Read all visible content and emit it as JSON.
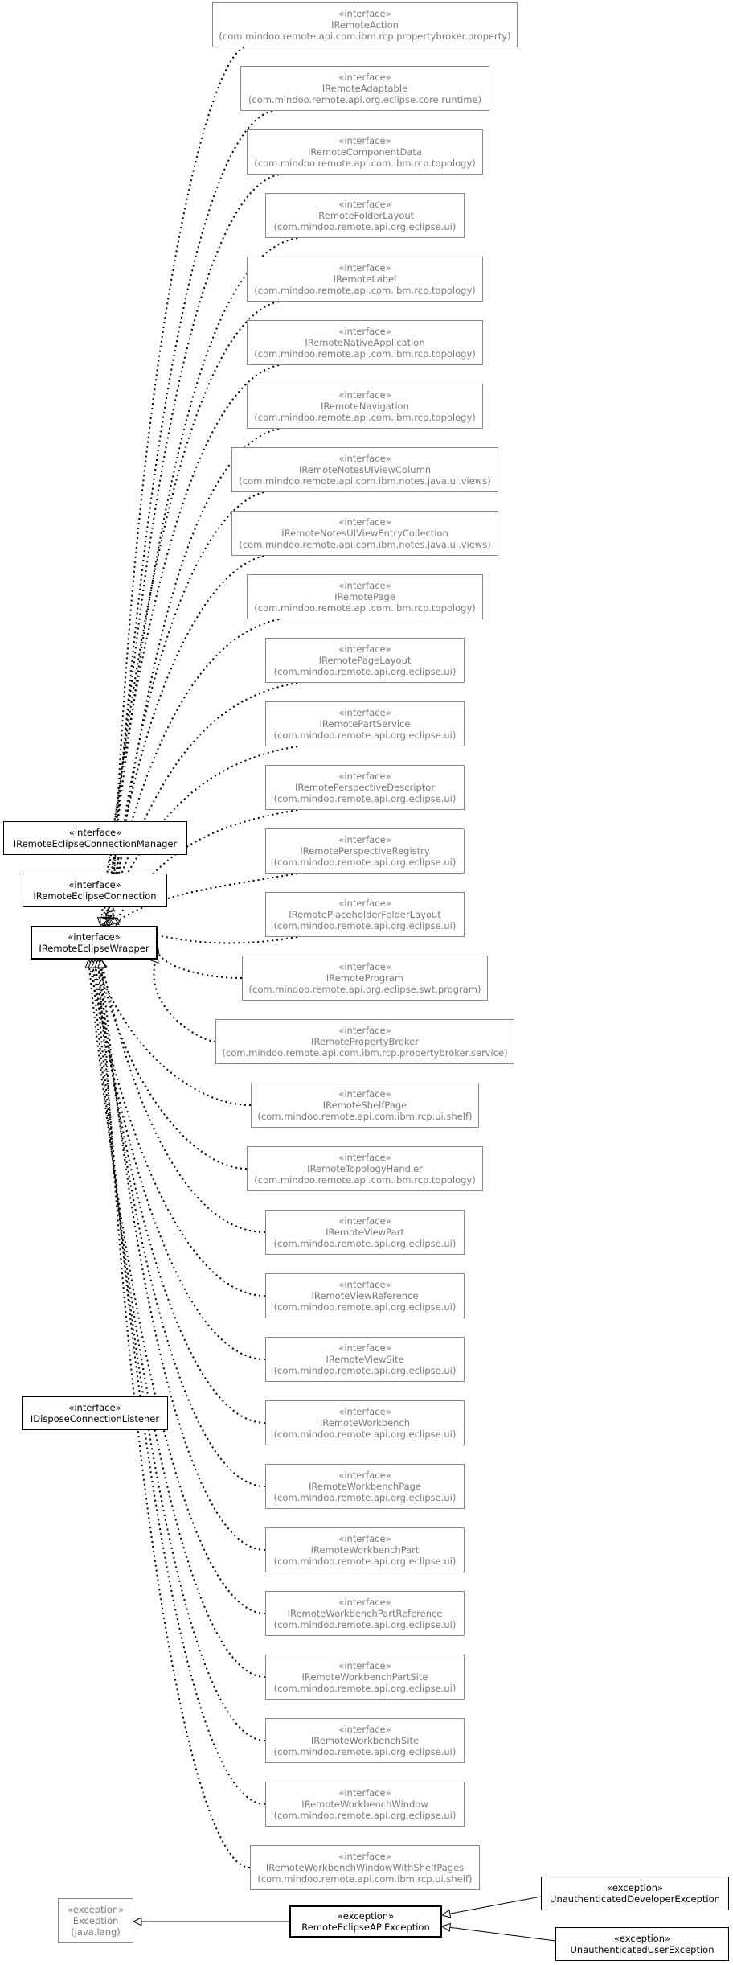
{
  "stereotypes": {
    "interface": "«interface»",
    "exception": "«exception»"
  },
  "colors": {
    "external_border": "#8a8a8a",
    "external_text": "#7a7a7a",
    "local_border": "#000000",
    "edge": "#000000"
  },
  "standalone": {
    "connection_manager": "IRemoteEclipseConnectionManager",
    "connection": "IRemoteEclipseConnection",
    "dispose_listener": "IDisposeConnectionListener"
  },
  "wrapper": {
    "name": "IRemoteEclipseWrapper"
  },
  "interfaces": [
    {
      "name": "IRemoteAction",
      "package": "(com.mindoo.remote.api.com.ibm.rcp.propertybroker.property)"
    },
    {
      "name": "IRemoteAdaptable",
      "package": "(com.mindoo.remote.api.org.eclipse.core.runtime)"
    },
    {
      "name": "IRemoteComponentData",
      "package": "(com.mindoo.remote.api.com.ibm.rcp.topology)"
    },
    {
      "name": "IRemoteFolderLayout",
      "package": "(com.mindoo.remote.api.org.eclipse.ui)"
    },
    {
      "name": "IRemoteLabel",
      "package": "(com.mindoo.remote.api.com.ibm.rcp.topology)"
    },
    {
      "name": "IRemoteNativeApplication",
      "package": "(com.mindoo.remote.api.com.ibm.rcp.topology)"
    },
    {
      "name": "IRemoteNavigation",
      "package": "(com.mindoo.remote.api.com.ibm.rcp.topology)"
    },
    {
      "name": "IRemoteNotesUIViewColumn",
      "package": "(com.mindoo.remote.api.com.ibm.notes.java.ui.views)"
    },
    {
      "name": "IRemoteNotesUIViewEntryCollection",
      "package": "(com.mindoo.remote.api.com.ibm.notes.java.ui.views)"
    },
    {
      "name": "IRemotePage",
      "package": "(com.mindoo.remote.api.com.ibm.rcp.topology)"
    },
    {
      "name": "IRemotePageLayout",
      "package": "(com.mindoo.remote.api.org.eclipse.ui)"
    },
    {
      "name": "IRemotePartService",
      "package": "(com.mindoo.remote.api.org.eclipse.ui)"
    },
    {
      "name": "IRemotePerspectiveDescriptor",
      "package": "(com.mindoo.remote.api.org.eclipse.ui)"
    },
    {
      "name": "IRemotePerspectiveRegistry",
      "package": "(com.mindoo.remote.api.org.eclipse.ui)"
    },
    {
      "name": "IRemotePlaceholderFolderLayout",
      "package": "(com.mindoo.remote.api.org.eclipse.ui)"
    },
    {
      "name": "IRemoteProgram",
      "package": "(com.mindoo.remote.api.org.eclipse.swt.program)"
    },
    {
      "name": "IRemotePropertyBroker",
      "package": "(com.mindoo.remote.api.com.ibm.rcp.propertybroker.service)"
    },
    {
      "name": "IRemoteShelfPage",
      "package": "(com.mindoo.remote.api.com.ibm.rcp.ui.shelf)"
    },
    {
      "name": "IRemoteTopologyHandler",
      "package": "(com.mindoo.remote.api.com.ibm.rcp.topology)"
    },
    {
      "name": "IRemoteViewPart",
      "package": "(com.mindoo.remote.api.org.eclipse.ui)"
    },
    {
      "name": "IRemoteViewReference",
      "package": "(com.mindoo.remote.api.org.eclipse.ui)"
    },
    {
      "name": "IRemoteViewSite",
      "package": "(com.mindoo.remote.api.org.eclipse.ui)"
    },
    {
      "name": "IRemoteWorkbench",
      "package": "(com.mindoo.remote.api.org.eclipse.ui)"
    },
    {
      "name": "IRemoteWorkbenchPage",
      "package": "(com.mindoo.remote.api.org.eclipse.ui)"
    },
    {
      "name": "IRemoteWorkbenchPart",
      "package": "(com.mindoo.remote.api.org.eclipse.ui)"
    },
    {
      "name": "IRemoteWorkbenchPartReference",
      "package": "(com.mindoo.remote.api.org.eclipse.ui)"
    },
    {
      "name": "IRemoteWorkbenchPartSite",
      "package": "(com.mindoo.remote.api.org.eclipse.ui)"
    },
    {
      "name": "IRemoteWorkbenchSite",
      "package": "(com.mindoo.remote.api.org.eclipse.ui)"
    },
    {
      "name": "IRemoteWorkbenchWindow",
      "package": "(com.mindoo.remote.api.org.eclipse.ui)"
    },
    {
      "name": "IRemoteWorkbenchWindowWithShelfPages",
      "package": "(com.mindoo.remote.api.com.ibm.rcp.ui.shelf)"
    }
  ],
  "exceptions": {
    "java_exception": {
      "name": "Exception",
      "package": "(java.lang)"
    },
    "api_exception": {
      "name": "RemoteEclipseAPIException"
    },
    "developer_exception": {
      "name": "UnauthenticatedDeveloperException"
    },
    "user_exception": {
      "name": "UnauthenticatedUserException"
    }
  }
}
